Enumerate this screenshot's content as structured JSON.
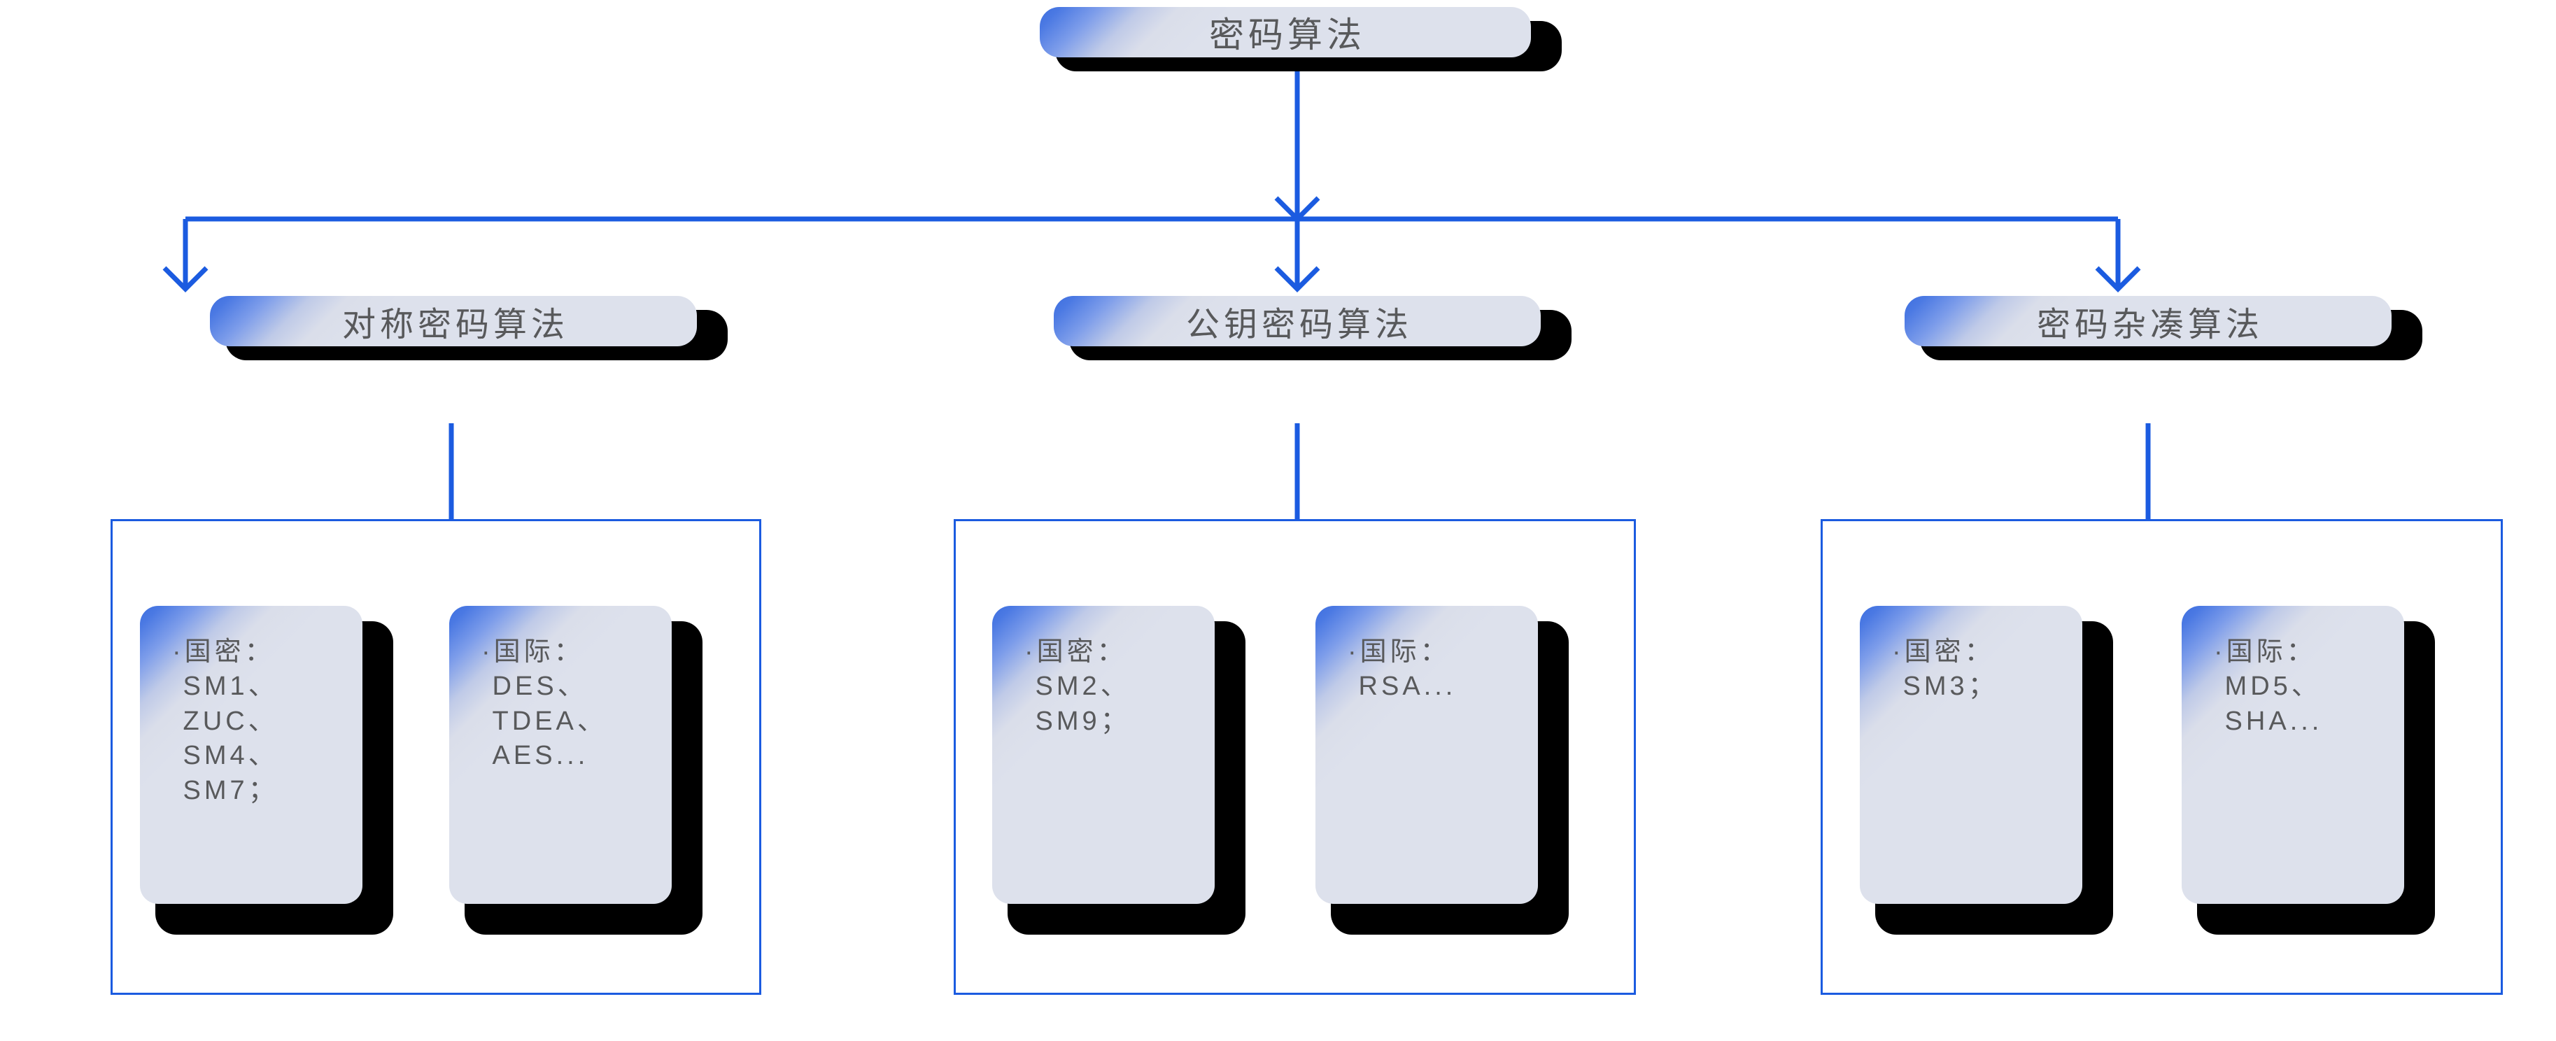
{
  "diagram": {
    "title_node": {
      "label": "密码算法",
      "name": "cipher-algorithm"
    },
    "accent_color": "#1B5BE0",
    "card_fill": "#DDE1EC",
    "text_color": "#58595B",
    "shadow_color": "#000000",
    "branches": [
      {
        "label": "对称密码算法",
        "name": "symmetric-cipher-algorithm",
        "leaves": [
          {
            "name": "domestic",
            "text": "·国密：\n SM1、\n ZUC、\n SM4、\n SM7；"
          },
          {
            "name": "international",
            "text": "·国际：\n DES、\n TDEA、\n AES..."
          }
        ]
      },
      {
        "label": "公钥密码算法",
        "name": "public-key-cipher-algorithm",
        "leaves": [
          {
            "name": "domestic",
            "text": "·国密：\n SM2、\n SM9；"
          },
          {
            "name": "international",
            "text": "·国际：\n RSA..."
          }
        ]
      },
      {
        "label": "密码杂凑算法",
        "name": "hash-cipher-algorithm",
        "leaves": [
          {
            "name": "domestic",
            "text": "·国密：\n SM3；"
          },
          {
            "name": "international",
            "text": "·国际：\n MD5、\n SHA..."
          }
        ]
      }
    ]
  }
}
